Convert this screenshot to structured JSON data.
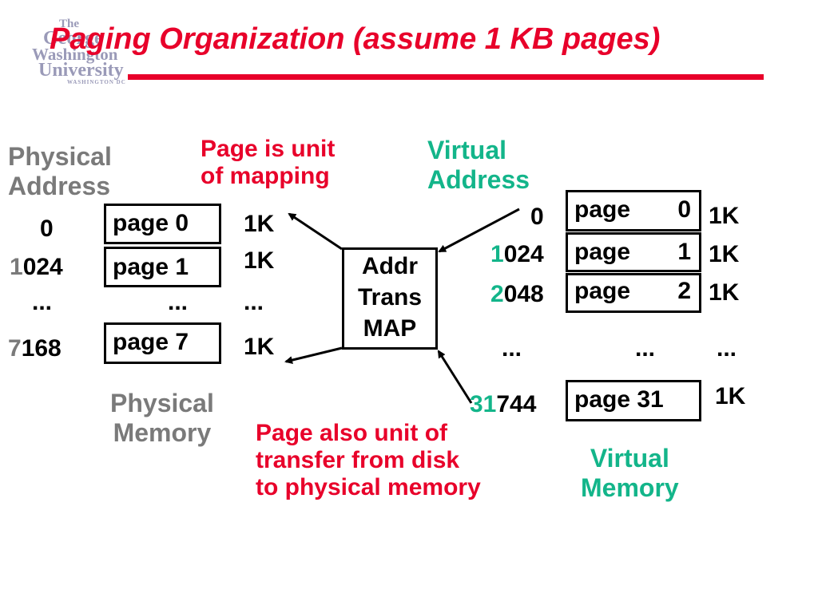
{
  "title": "Paging Organization (assume 1 KB pages)",
  "logo": {
    "line1": "The",
    "line2": "George",
    "line3": "Washington",
    "line4": "University",
    "line5": "WASHINGTON DC"
  },
  "physical": {
    "address_label_1": "Physical",
    "address_label_2": "Address",
    "memory_label_1": "Physical",
    "memory_label_2": "Memory",
    "addresses": [
      {
        "prefix": "",
        "rest": "0"
      },
      {
        "prefix": "1",
        "rest": "024"
      },
      {
        "prefix": "",
        "rest": "..."
      },
      {
        "prefix": "7",
        "rest": "168"
      }
    ],
    "pages": [
      "page 0",
      "page 1",
      "page 7"
    ],
    "ellipsis_page": "...",
    "sizes": [
      "1K",
      "1K",
      "...",
      "1K"
    ]
  },
  "callouts": {
    "mapping_1": "Page is unit",
    "mapping_2": "of mapping",
    "transfer_1": "Page also unit of",
    "transfer_2": "transfer from disk",
    "transfer_3": "to physical memory"
  },
  "translator": {
    "line1": "Addr",
    "line2": "Trans",
    "line3": "MAP"
  },
  "virtual": {
    "address_label_1": "Virtual",
    "address_label_2": "Address",
    "memory_label_1": "Virtual",
    "memory_label_2": "Memory",
    "addresses": [
      {
        "prefix": "",
        "rest": "0"
      },
      {
        "prefix": "1",
        "rest": "024"
      },
      {
        "prefix": "2",
        "rest": "048"
      },
      {
        "prefix": "",
        "rest": "..."
      },
      {
        "prefix": "31",
        "rest": "744"
      }
    ],
    "pages": [
      {
        "name": "page",
        "num": "0"
      },
      {
        "name": "page",
        "num": "1"
      },
      {
        "name": "page",
        "num": "2"
      },
      {
        "name": "page",
        "num": "31"
      }
    ],
    "ellipsis_page": "...",
    "sizes": [
      "1K",
      "1K",
      "1K",
      "...",
      "1K"
    ]
  },
  "colors": {
    "title_red": "#e8002a",
    "label_gray": "#7a7a7a",
    "virtual_green": "#13b58a"
  }
}
